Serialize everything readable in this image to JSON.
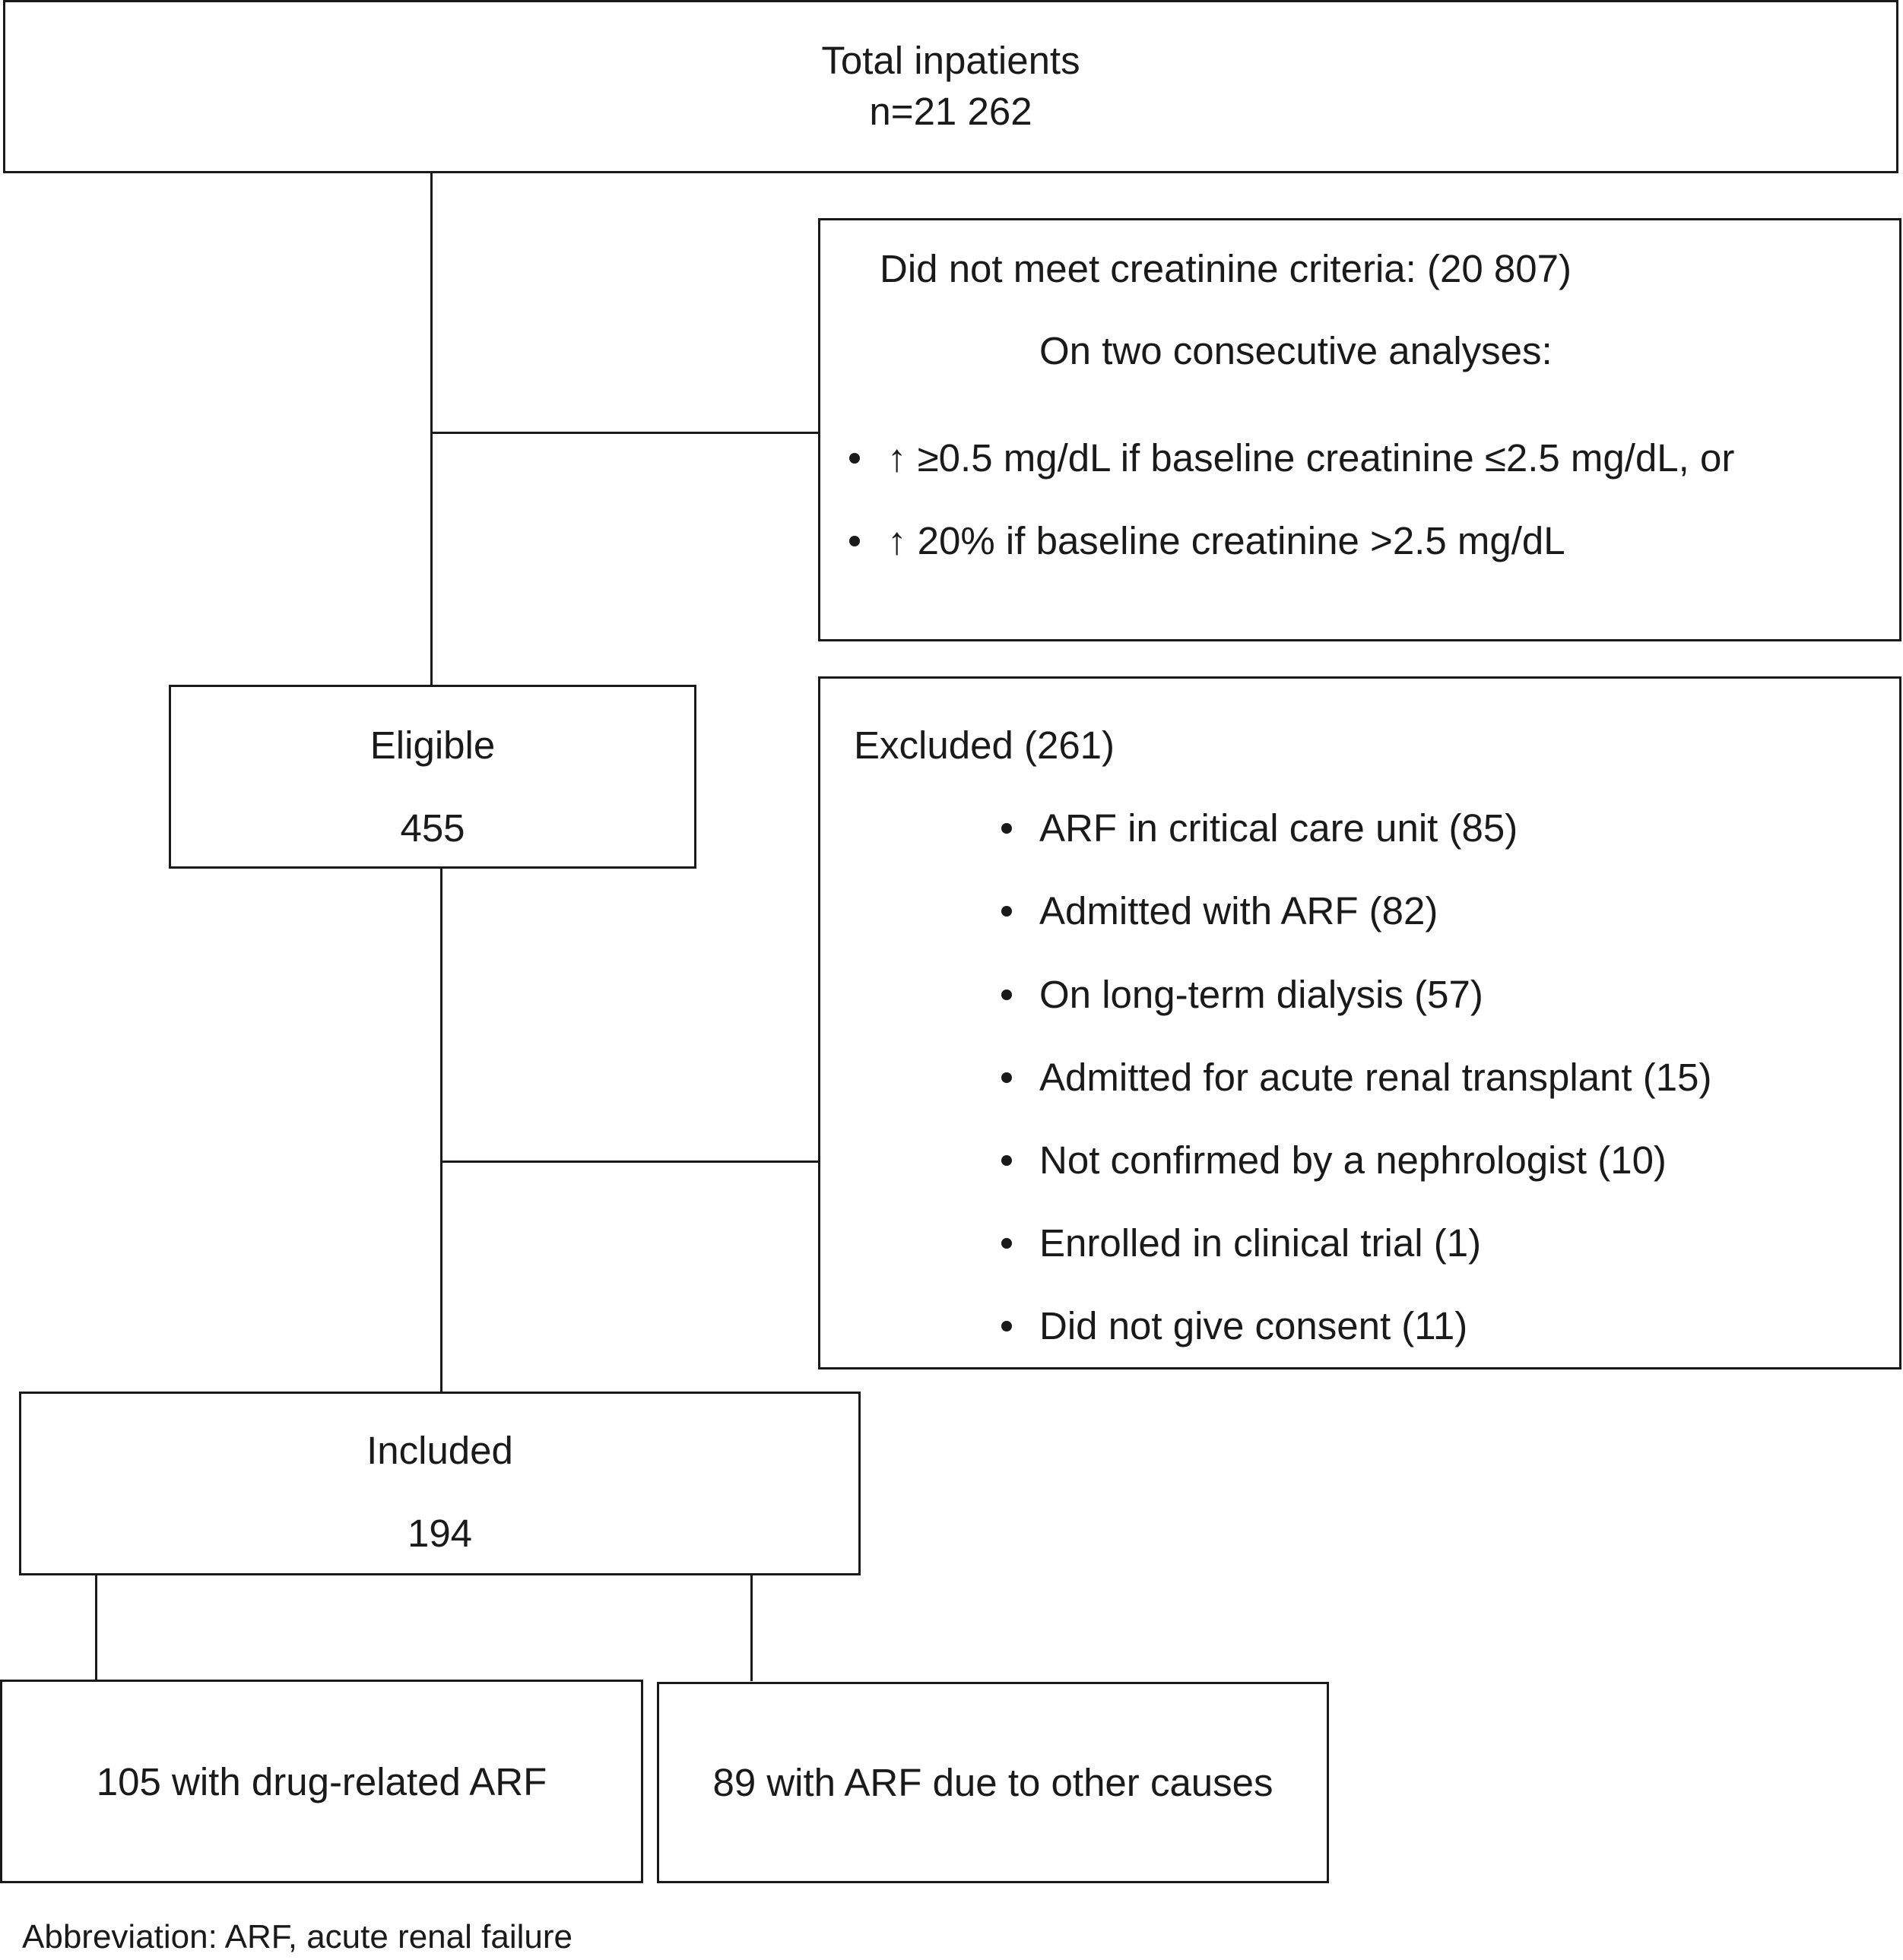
{
  "total": {
    "label": "Total inpatients",
    "count": "n=21 262"
  },
  "creatinine": {
    "title": "Did not meet creatinine criteria: (20 807)",
    "subtitle": "On two consecutive analyses:",
    "bullets": [
      "↑ ≥0.5 mg/dL if baseline creatinine ≤2.5 mg/dL, or",
      "↑ 20% if baseline creatinine >2.5 mg/dL"
    ]
  },
  "eligible": {
    "label": "Eligible",
    "count": "455"
  },
  "excluded": {
    "title": "Excluded (261)",
    "bullets": [
      "ARF in critical care unit (85)",
      "Admitted with ARF (82)",
      "On long-term dialysis (57)",
      "Admitted for acute renal transplant (15)",
      "Not confirmed by a nephrologist (10)",
      "Enrolled in clinical trial (1)",
      "Did not give consent (11)"
    ]
  },
  "included": {
    "label": "Included",
    "count": "194"
  },
  "outcomes": {
    "drug_related": "105 with drug-related ARF",
    "other_causes": "89 with ARF due to other causes"
  },
  "footnote": "Abbreviation: ARF, acute renal failure"
}
